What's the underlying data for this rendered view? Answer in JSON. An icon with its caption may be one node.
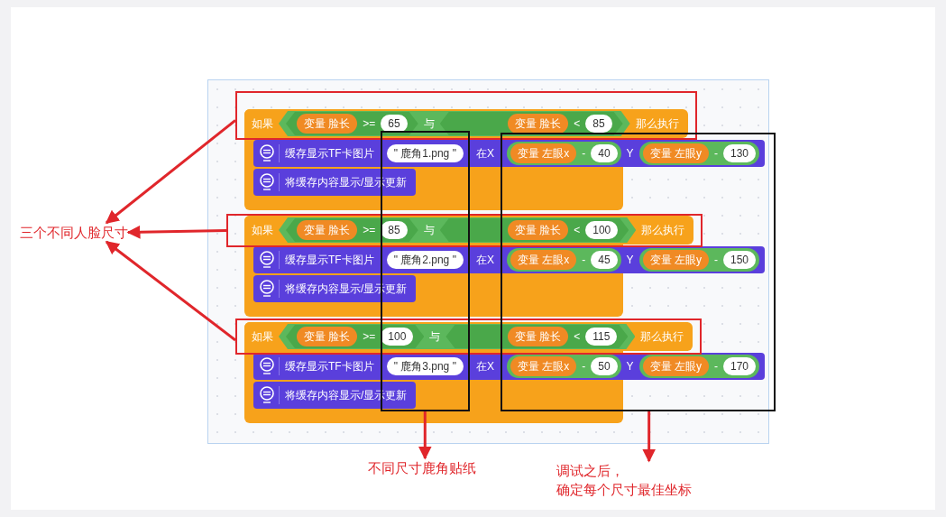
{
  "diagram": {
    "nodes": [
      {
        "text": [
          "三个不同人脸尺寸"
        ]
      },
      {
        "text": [
          "如果",
          "变量 脸长",
          ">=",
          "65",
          "与",
          "变量 脸长",
          "<",
          "85",
          "那么执行"
        ]
      },
      {
        "text": [],
        "shape": "box"
      },
      {
        "text": [],
        "shape": "box"
      },
      {
        "text": [
          "如果",
          "变量 脸长",
          ">=",
          "85",
          "与",
          "变量 脸长",
          "<",
          "100",
          "那么执行"
        ]
      },
      {
        "text": [
          "如果",
          "变量 脸长",
          ">=",
          "100",
          "与",
          "变量 脸长",
          "<",
          "115",
          "那么执行"
        ]
      },
      {
        "text": [
          "不同尺寸鹿角贴纸"
        ]
      },
      {
        "text": [
          "调试之后，",
          "确定每个尺寸最佳坐标"
        ]
      }
    ],
    "edges": [
      {
        "from": 1,
        "to": 0,
        "arrow": "to"
      },
      {
        "from": 4,
        "to": 0,
        "arrow": "to"
      },
      {
        "from": 5,
        "to": 0,
        "arrow": "to"
      },
      {
        "from": 2,
        "to": 6,
        "arrow": "to"
      },
      {
        "from": 3,
        "to": 7,
        "arrow": "to"
      }
    ],
    "labels": [
      "缓存显示TF卡图片",
      "\" 鹿角1.png \"",
      "在X",
      "变量 左眼x",
      "-",
      "40",
      "Y",
      "变量 左眼y",
      "-",
      "130",
      "将缓存内容显示/显示更新",
      "缓存显示TF卡图片",
      "\" 鹿角2.png \"",
      "在X",
      "变量 左眼x",
      "-",
      "45",
      "Y",
      "变量 左眼y",
      "-",
      "150",
      "将缓存内容显示/显示更新",
      "缓存显示TF卡图片",
      "\" 鹿角3.png \"",
      "在X",
      "变量 左眼x",
      "-",
      "50",
      "Y",
      "变量 左眼y",
      "-",
      "170",
      "将缓存内容显示/显示更新"
    ]
  }
}
